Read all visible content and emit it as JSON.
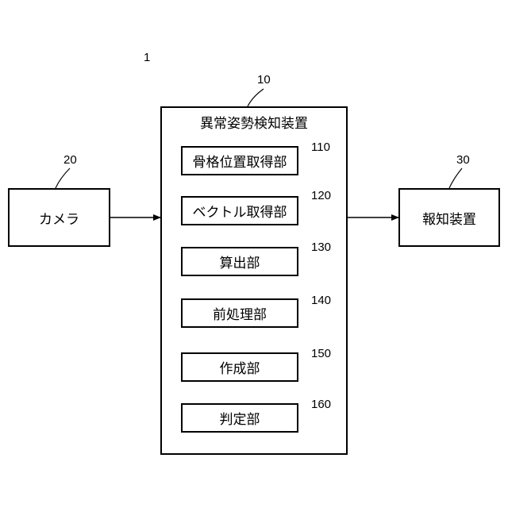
{
  "figure_ref": "1",
  "device": {
    "ref": "10",
    "title": "異常姿勢検知装置"
  },
  "camera": {
    "ref": "20",
    "label": "カメラ"
  },
  "notifier": {
    "ref": "30",
    "label": "報知装置"
  },
  "units": [
    {
      "ref": "110",
      "label": "骨格位置取得部"
    },
    {
      "ref": "120",
      "label": "ベクトル取得部"
    },
    {
      "ref": "130",
      "label": "算出部"
    },
    {
      "ref": "140",
      "label": "前処理部"
    },
    {
      "ref": "150",
      "label": "作成部"
    },
    {
      "ref": "160",
      "label": "判定部"
    }
  ]
}
